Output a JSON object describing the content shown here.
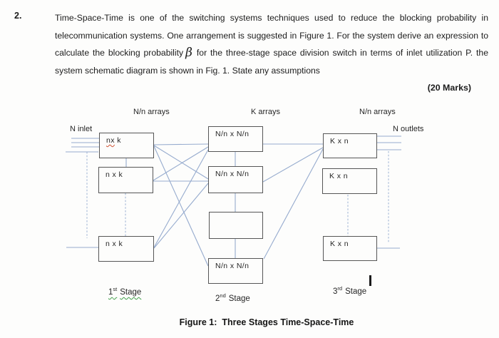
{
  "question": {
    "number": "2.",
    "text_before_beta": "Time-Space-Time is one of the switching systems techniques used to reduce the blocking probability in telecommunication systems. One arrangement is suggested in Figure 1. For the system derive an expression to calculate the blocking probability",
    "beta": "β",
    "text_after_beta": "for the three-stage space division switch in terms of inlet utilization P. the system schematic diagram is shown in Fig. 1. State any assumptions",
    "marks": "(20 Marks)"
  },
  "diagram": {
    "column_labels": [
      "N/n arrays",
      "K arrays",
      "N/n arrays"
    ],
    "inlet_label": "N inlet",
    "outlet_label": "N outlets",
    "stage1": {
      "boxes": [
        {
          "u": "nx",
          "rest": " k"
        },
        {
          "label": "n x k"
        },
        {
          "label": "n x k"
        }
      ]
    },
    "stage2": {
      "boxes": [
        {
          "label": "N/n x N/n"
        },
        {
          "label": "N/n x N/n"
        },
        {
          "label": ""
        },
        {
          "label": "N/n x N/n"
        }
      ]
    },
    "stage3": {
      "boxes": [
        {
          "label": "K x n"
        },
        {
          "label": "K x n"
        },
        {
          "label": "K x n"
        }
      ]
    },
    "stage_labels": [
      {
        "num": "1",
        "sup": "st",
        "word": "Stage"
      },
      {
        "num": "2",
        "sup": "nd",
        "word": "Stage"
      },
      {
        "num": "3",
        "sup": "rd",
        "word": "Stage"
      }
    ],
    "caption": "Figure 1:  Three Stages Time-Space-Time"
  },
  "colors": {
    "wire": "#96abce",
    "box_border": "#565656",
    "spellcheck_underline_red": "#cf5030",
    "spellcheck_underline_green": "#41a04a",
    "text": "#1c1c1c",
    "background": "#fdfdfc"
  }
}
